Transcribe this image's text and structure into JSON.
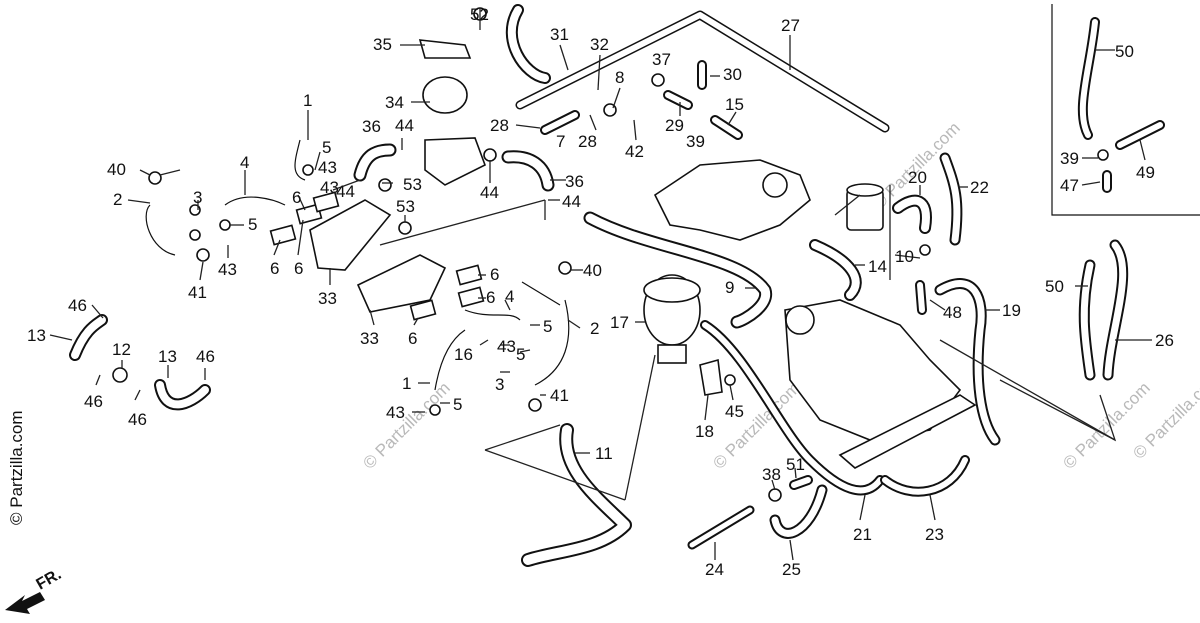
{
  "labels": {
    "p1": "1",
    "p2": "2",
    "p3": "3",
    "p4": "4",
    "p5": "5",
    "p6": "6",
    "p7": "7",
    "p8": "8",
    "p9": "9",
    "p10": "10",
    "p11": "11",
    "p12": "12",
    "p13": "13",
    "p14": "14",
    "p15": "15",
    "p16": "16",
    "p17": "17",
    "p18": "18",
    "p19": "19",
    "p20": "20",
    "p21": "21",
    "p22": "22",
    "p23": "23",
    "p24": "24",
    "p25": "25",
    "p26": "26",
    "p27": "27",
    "p28": "28",
    "p29": "29",
    "p30": "30",
    "p31": "31",
    "p32": "32",
    "p33": "33",
    "p34": "34",
    "p35": "35",
    "p36": "36",
    "p37": "37",
    "p38": "38",
    "p39": "39",
    "p40": "40",
    "p41": "41",
    "p42": "42",
    "p43": "43",
    "p44": "44",
    "p45": "45",
    "p46": "46",
    "p47": "47",
    "p48": "48",
    "p49": "49",
    "p50": "50",
    "p51": "51",
    "p52": "52",
    "p53": "53"
  },
  "watermark": {
    "side": "© Partzilla.com",
    "repeat": "© Partzilla.com"
  },
  "direction": "FR."
}
